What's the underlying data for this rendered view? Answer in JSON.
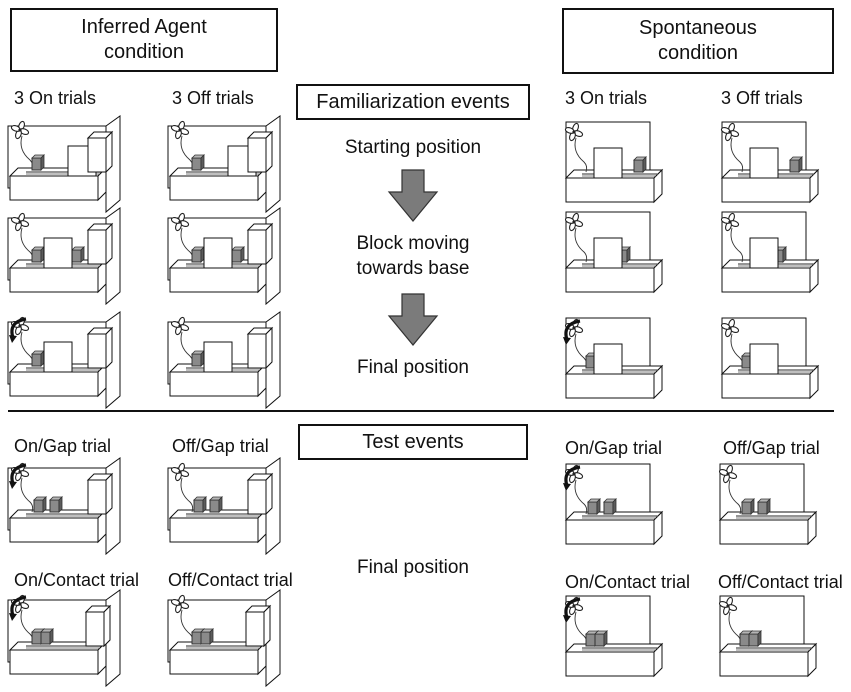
{
  "headers": {
    "left": "Inferred Agent\ncondition",
    "right": "Spontaneous\ncondition",
    "familiarization": "Familiarization events",
    "test": "Test events"
  },
  "left_labels": {
    "on_trials": "3 On trials",
    "off_trials": "3 Off trials",
    "on_gap": "On/Gap trial",
    "off_gap": "Off/Gap trial",
    "on_contact": "On/Contact trial",
    "off_contact": "Off/Contact trial"
  },
  "right_labels": {
    "on_trials": "3 On trials",
    "off_trials": "3 Off trials",
    "on_gap": "On/Gap trial",
    "off_gap": "Off/Gap trial",
    "on_contact": "On/Contact trial",
    "off_contact": "Off/Contact trial"
  },
  "center": {
    "starting": "Starting position",
    "moving": "Block moving\ntowards base",
    "final_fam": "Final position",
    "final_test": "Final position"
  },
  "colors": {
    "line": "#111111",
    "block": "#7a7a7a",
    "arrow": "#7b7b7b",
    "fan": "#222222"
  }
}
